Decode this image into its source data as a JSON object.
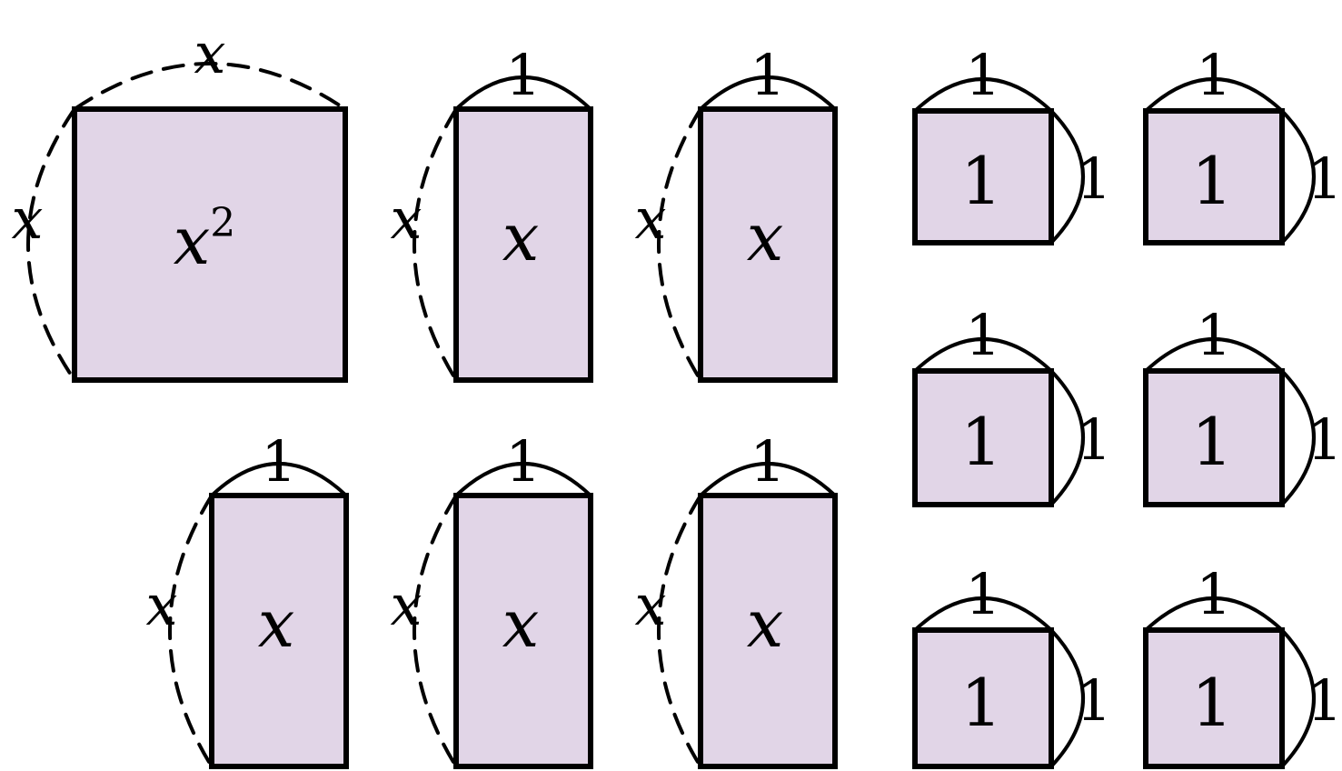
{
  "tiles": {
    "square_x": {
      "inner": "x",
      "exp": "2",
      "side_top": "x",
      "side_left": "x"
    },
    "rect_x": {
      "inner": "x",
      "side_top": "1",
      "side_left": "x"
    },
    "unit": {
      "inner": "1",
      "side_top": "1",
      "side_right": "1"
    }
  },
  "counts": {
    "x_squared": 1,
    "x": 5,
    "one": 6
  }
}
